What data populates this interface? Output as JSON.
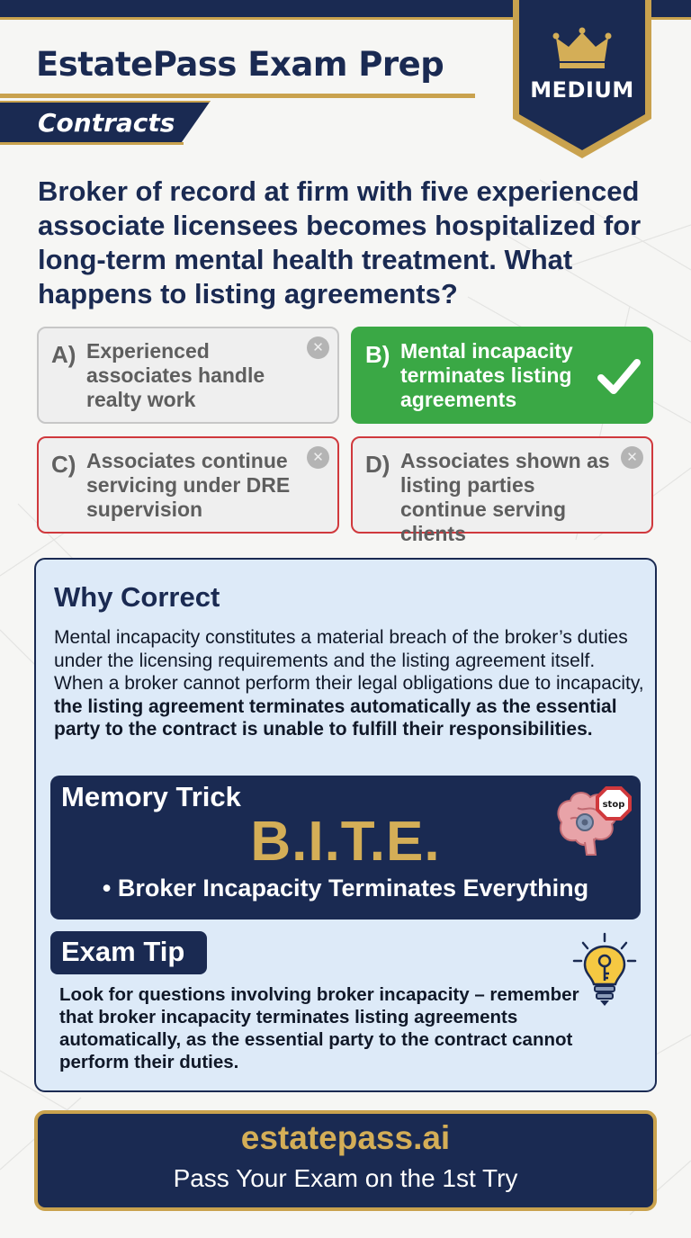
{
  "header": {
    "brand_title": "EstatePass Exam Prep",
    "category": "Contracts",
    "difficulty": "MEDIUM",
    "difficulty_icon": "crown-icon"
  },
  "question": {
    "text": "Broker of record at firm with five experienced associate licensees becomes hospitalized for long-term mental health treatment. What happens to listing agreements?"
  },
  "options": [
    {
      "letter": "A)",
      "text": "Experienced associates handle realty work",
      "status": "incorrect"
    },
    {
      "letter": "B)",
      "text": "Mental incapacity terminates listing agreements",
      "status": "correct"
    },
    {
      "letter": "C)",
      "text": "Associates continue servicing under DRE supervision",
      "status": "incorrect"
    },
    {
      "letter": "D)",
      "text": "Associates shown as listing parties continue serving clients",
      "status": "incorrect"
    }
  ],
  "explanation": {
    "why_title": "Why Correct",
    "why_body_plain": "Mental incapacity constitutes a material breach of the broker’s duties under the licensing requirements and the listing agreement itself. When a broker cannot perform their legal obligations due to incapacity,",
    "why_body_bold": " the listing agreement terminates automatically as the essential party to the contract is unable to fulfill their responsibilities.",
    "memory_title": "Memory Trick",
    "acronym": "B.I.T.E.",
    "mnemonic": "• Broker Incapacity Terminates Everything",
    "memory_icon": "brain-stop-icon",
    "stop_sign_text": "stop",
    "exam_tip_title": "Exam Tip",
    "exam_tip_icon": "lightbulb-key-icon",
    "exam_tip_body": "Look for questions involving broker incapacity – remember that broker incapacity terminates listing agreements automatically, as the essential party to the contract cannot perform their duties."
  },
  "footer": {
    "brand": "estatepass.ai",
    "tagline": "Pass Your Exam on the 1st Try"
  },
  "colors": {
    "navy": "#1a2a52",
    "gold": "#c9a24e",
    "correct_green": "#3aa845",
    "incorrect_red": "#d0393d",
    "panel_blue": "#ddeaf8"
  }
}
